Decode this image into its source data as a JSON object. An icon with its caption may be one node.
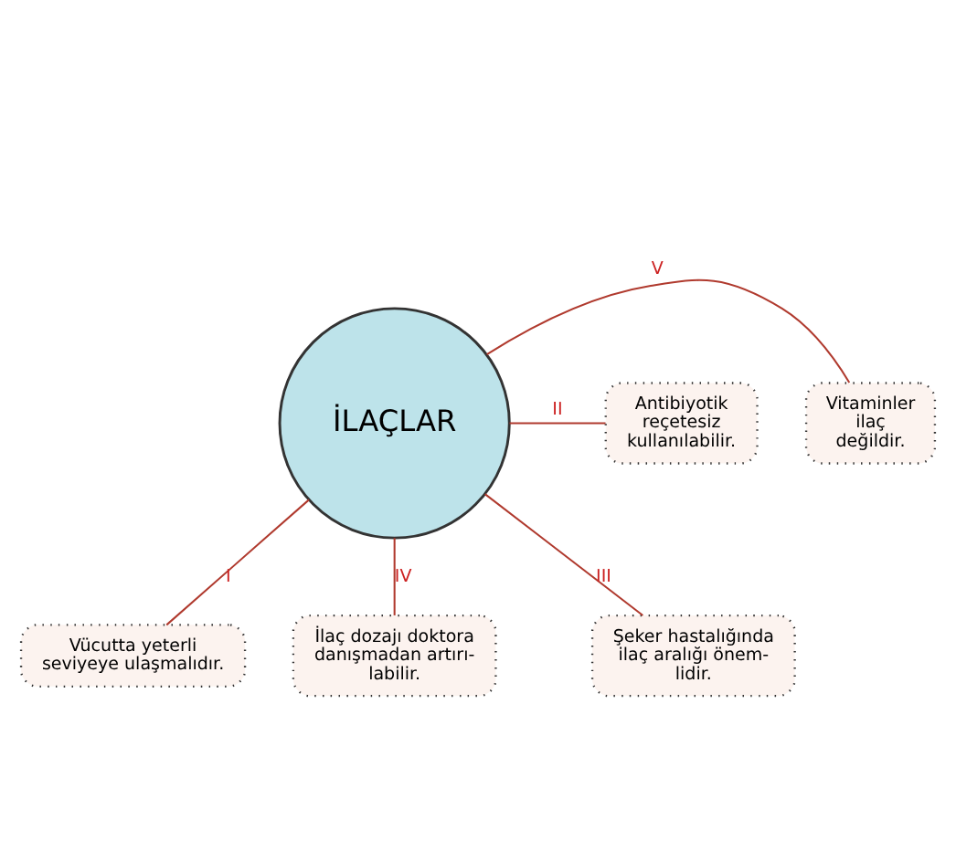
{
  "diagram": {
    "nodes": [
      {
        "text": [
          "İLAÇLAR"
        ]
      },
      {
        "text": [
          "Vücutta yeterli seviyeye ulaşmalıdır."
        ]
      },
      {
        "text": [
          "Vitaminler ilaç değildir."
        ]
      },
      {
        "text": [
          "Antibiyotik reçetesiz kullanılabilir."
        ]
      },
      {
        "text": [
          "İlaç dozajı doktora danışmadan artırı- labilir."
        ]
      },
      {
        "text": [
          "Şeker hastalığında ilaç aralığı önem- lidir."
        ]
      }
    ],
    "edges": [
      {
        "from": 0,
        "to": 1,
        "arrow": "none",
        "label": "I"
      },
      {
        "from": 0,
        "to": 3,
        "arrow": "none",
        "label": "II"
      },
      {
        "from": 0,
        "to": 5,
        "arrow": "none",
        "label": "III"
      },
      {
        "from": 0,
        "to": 4,
        "arrow": "none",
        "label": "IV"
      },
      {
        "from": 0,
        "to": 2,
        "arrow": "none",
        "label": "V"
      }
    ]
  }
}
